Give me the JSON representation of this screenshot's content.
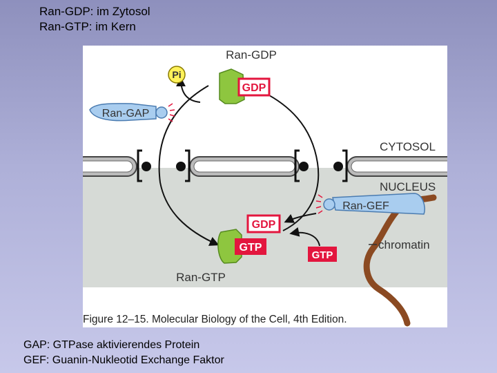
{
  "header": {
    "line1": "Ran-GDP: im Zytosol",
    "line2": "Ran-GTP: im Kern"
  },
  "diagram": {
    "ran_gdp_label": "Ran-GDP",
    "gdp_badge_top": "GDP",
    "pi_label": "Pi",
    "ran_gap_label": "Ran-GAP",
    "cytosol_label": "CYTOSOL",
    "nucleus_label": "NUCLEUS",
    "ran_gef_label": "Ran-GEF",
    "gdp_badge_bottom": "GDP",
    "gtp_badge_bound": "GTP",
    "gtp_badge_free": "GTP",
    "chromatin_label": "chromatin",
    "ran_gtp_label": "Ran-GTP",
    "figure_caption": "Figure 12–15. Molecular Biology of the Cell, 4th Edition.",
    "colors": {
      "ran_green": "#8ec63f",
      "badge_red": "#e3163e",
      "gap_gef_blue": "#a9cdef",
      "nucleus_gray": "#d6dad6",
      "chromatin_brown": "#8b4a22"
    }
  },
  "footer": {
    "line1": "GAP: GTPase aktivierendes Protein",
    "line2": "GEF: Guanin-Nukleotid Exchange Faktor"
  }
}
